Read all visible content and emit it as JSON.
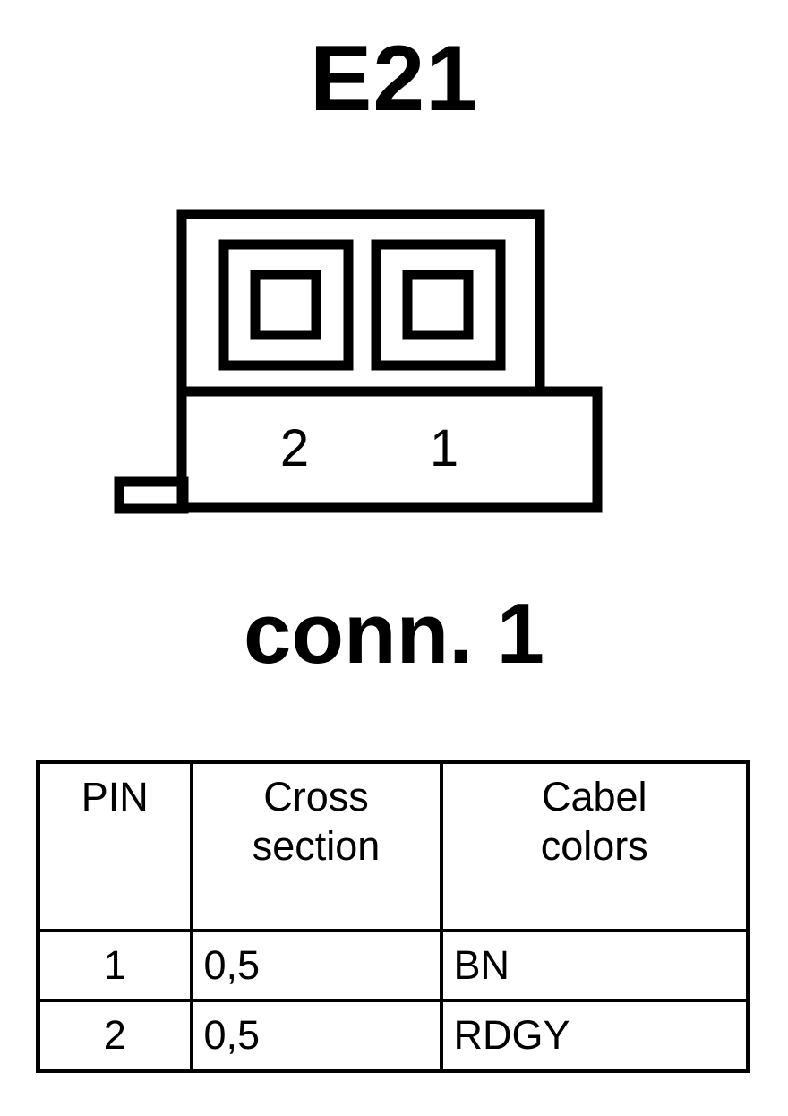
{
  "title": "E21",
  "sub_caption": "conn. 1",
  "colors": {
    "ink": "#000000",
    "background": "#ffffff"
  },
  "connector": {
    "name": "2-pin connector outline",
    "pin_count": 2,
    "cavities": [
      {
        "label": "2",
        "position": "left"
      },
      {
        "label": "1",
        "position": "right"
      }
    ],
    "pin_labels": [
      "2",
      "1"
    ],
    "has_latch_tab": true
  },
  "table": {
    "headers": [
      {
        "id": "pin",
        "lines": [
          "PIN"
        ]
      },
      {
        "id": "cross_section",
        "lines": [
          "Cross",
          "section"
        ]
      },
      {
        "id": "cabel_colors",
        "lines": [
          "Cabel",
          "colors"
        ]
      }
    ],
    "rows": [
      {
        "pin": "1",
        "cross_section": "0,5",
        "cabel_colors": "BN"
      },
      {
        "pin": "2",
        "cross_section": "0,5",
        "cabel_colors": "RDGY"
      }
    ]
  }
}
